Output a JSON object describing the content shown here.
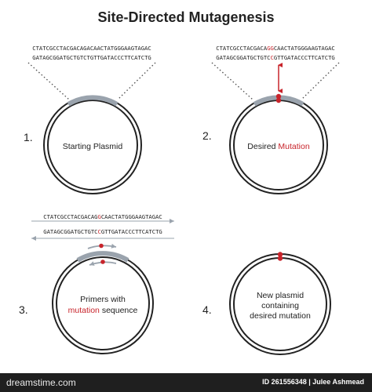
{
  "title": "Site-Directed Mutagenesis",
  "colors": {
    "ink": "#222222",
    "mutation": "#c8242b",
    "primer_arrow": "#9aa3ad",
    "dotted": "#555555",
    "footer_bg": "#1f1f1f"
  },
  "sequences": {
    "p1_top": "CTATCGCCTACGACAGACAACTATGGGAAGTAGAC",
    "p1_bottom": "GATAGCGGATGCTGTCTGTTGATACCCTTCATCTG",
    "p2_top_pre": "CTATCGCCTACGACA",
    "p2_top_mut": "GG",
    "p2_top_post": "CAACTATGGGAAGTAGAC",
    "p2_bottom_pre": "GATAGCGGATGCTGTC",
    "p2_bottom_mut": "C",
    "p2_bottom_post": "GTTGATACCCTTCATCTG",
    "p3_top_pre": "CTATCGCCTACGACAG",
    "p3_top_mut": "G",
    "p3_top_post": "CAACTATGGGAAGTAGAC",
    "p3_bottom_pre": "GATAGCGGATGCTGTC",
    "p3_bottom_mut": "C",
    "p3_bottom_post": "GTTGATACCCTTCATCTG"
  },
  "panels": [
    {
      "number": "1.",
      "label": "Starting Plasmid"
    },
    {
      "number": "2.",
      "label_pre": "Desired ",
      "label_mut": "Mutation"
    },
    {
      "number": "3.",
      "label_line1": "Primers with",
      "label_mut": "mutation",
      "label_line2_post": " sequence"
    },
    {
      "number": "4.",
      "label_line1": "New plasmid",
      "label_line2": "containing",
      "label_line3": "desired mutation"
    }
  ],
  "footer": {
    "brand": "dreamstime.com",
    "id_text": "ID 261556348",
    "author": "Julee Ashmead"
  }
}
